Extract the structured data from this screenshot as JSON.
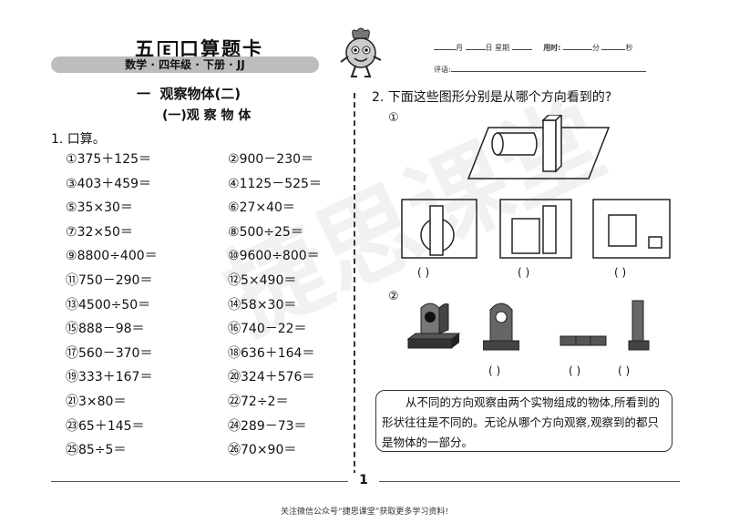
{
  "header": {
    "title_prefix": "五",
    "title_box": "E",
    "title_suffix": "口算题卡",
    "grade_bar": "数学 · 四年级 · 下册 · JJ",
    "date_fields": [
      "月",
      "日 星期",
      "用时:",
      "分",
      "秒"
    ],
    "comment_label": "评语:"
  },
  "section": {
    "title": "一  观察物体(二)",
    "subtitle": "(一)观 察 物 体"
  },
  "q1": {
    "label": "1. 口算。",
    "left": [
      {
        "no": "①",
        "expr": "375＋125＝"
      },
      {
        "no": "③",
        "expr": "403＋459＝"
      },
      {
        "no": "⑤",
        "expr": "35×30＝"
      },
      {
        "no": "⑦",
        "expr": "32×50＝"
      },
      {
        "no": "⑨",
        "expr": "8800÷400＝"
      },
      {
        "no": "⑪",
        "expr": "750－290＝"
      },
      {
        "no": "⑬",
        "expr": "4500÷50＝"
      },
      {
        "no": "⑮",
        "expr": "888－98＝"
      },
      {
        "no": "⑰",
        "expr": "560－370＝"
      },
      {
        "no": "⑲",
        "expr": "333＋167＝"
      },
      {
        "no": "㉑",
        "expr": "3×80＝"
      },
      {
        "no": "㉓",
        "expr": "65＋145＝"
      },
      {
        "no": "㉕",
        "expr": "85÷5＝"
      }
    ],
    "right": [
      {
        "no": "②",
        "expr": "900－230＝"
      },
      {
        "no": "④",
        "expr": "1125－525＝"
      },
      {
        "no": "⑥",
        "expr": "27×40＝"
      },
      {
        "no": "⑧",
        "expr": "500÷25＝"
      },
      {
        "no": "⑩",
        "expr": "9600÷800＝"
      },
      {
        "no": "⑫",
        "expr": "5×490＝"
      },
      {
        "no": "⑭",
        "expr": "58×30＝"
      },
      {
        "no": "⑯",
        "expr": "740－22＝"
      },
      {
        "no": "⑱",
        "expr": "636＋164＝"
      },
      {
        "no": "⑳",
        "expr": "324＋576＝"
      },
      {
        "no": "㉒",
        "expr": "72÷2＝"
      },
      {
        "no": "㉔",
        "expr": "289－73＝"
      },
      {
        "no": "㉖",
        "expr": "70×90＝"
      }
    ]
  },
  "q2": {
    "label": "2. 下面这些图形分别是从哪个方向看到的?",
    "part1": "①",
    "part2": "②",
    "paren": "(    )"
  },
  "note": "从不同的方向观察由两个实物组成的物体,所看到的形状往往是不同的。无论从哪个方向观察,观察到的都只是物体的一部分。",
  "page_number": "1",
  "footer": "关注微信公众号“捷思课堂”获取更多学习资料!",
  "watermark": "捷思课堂"
}
